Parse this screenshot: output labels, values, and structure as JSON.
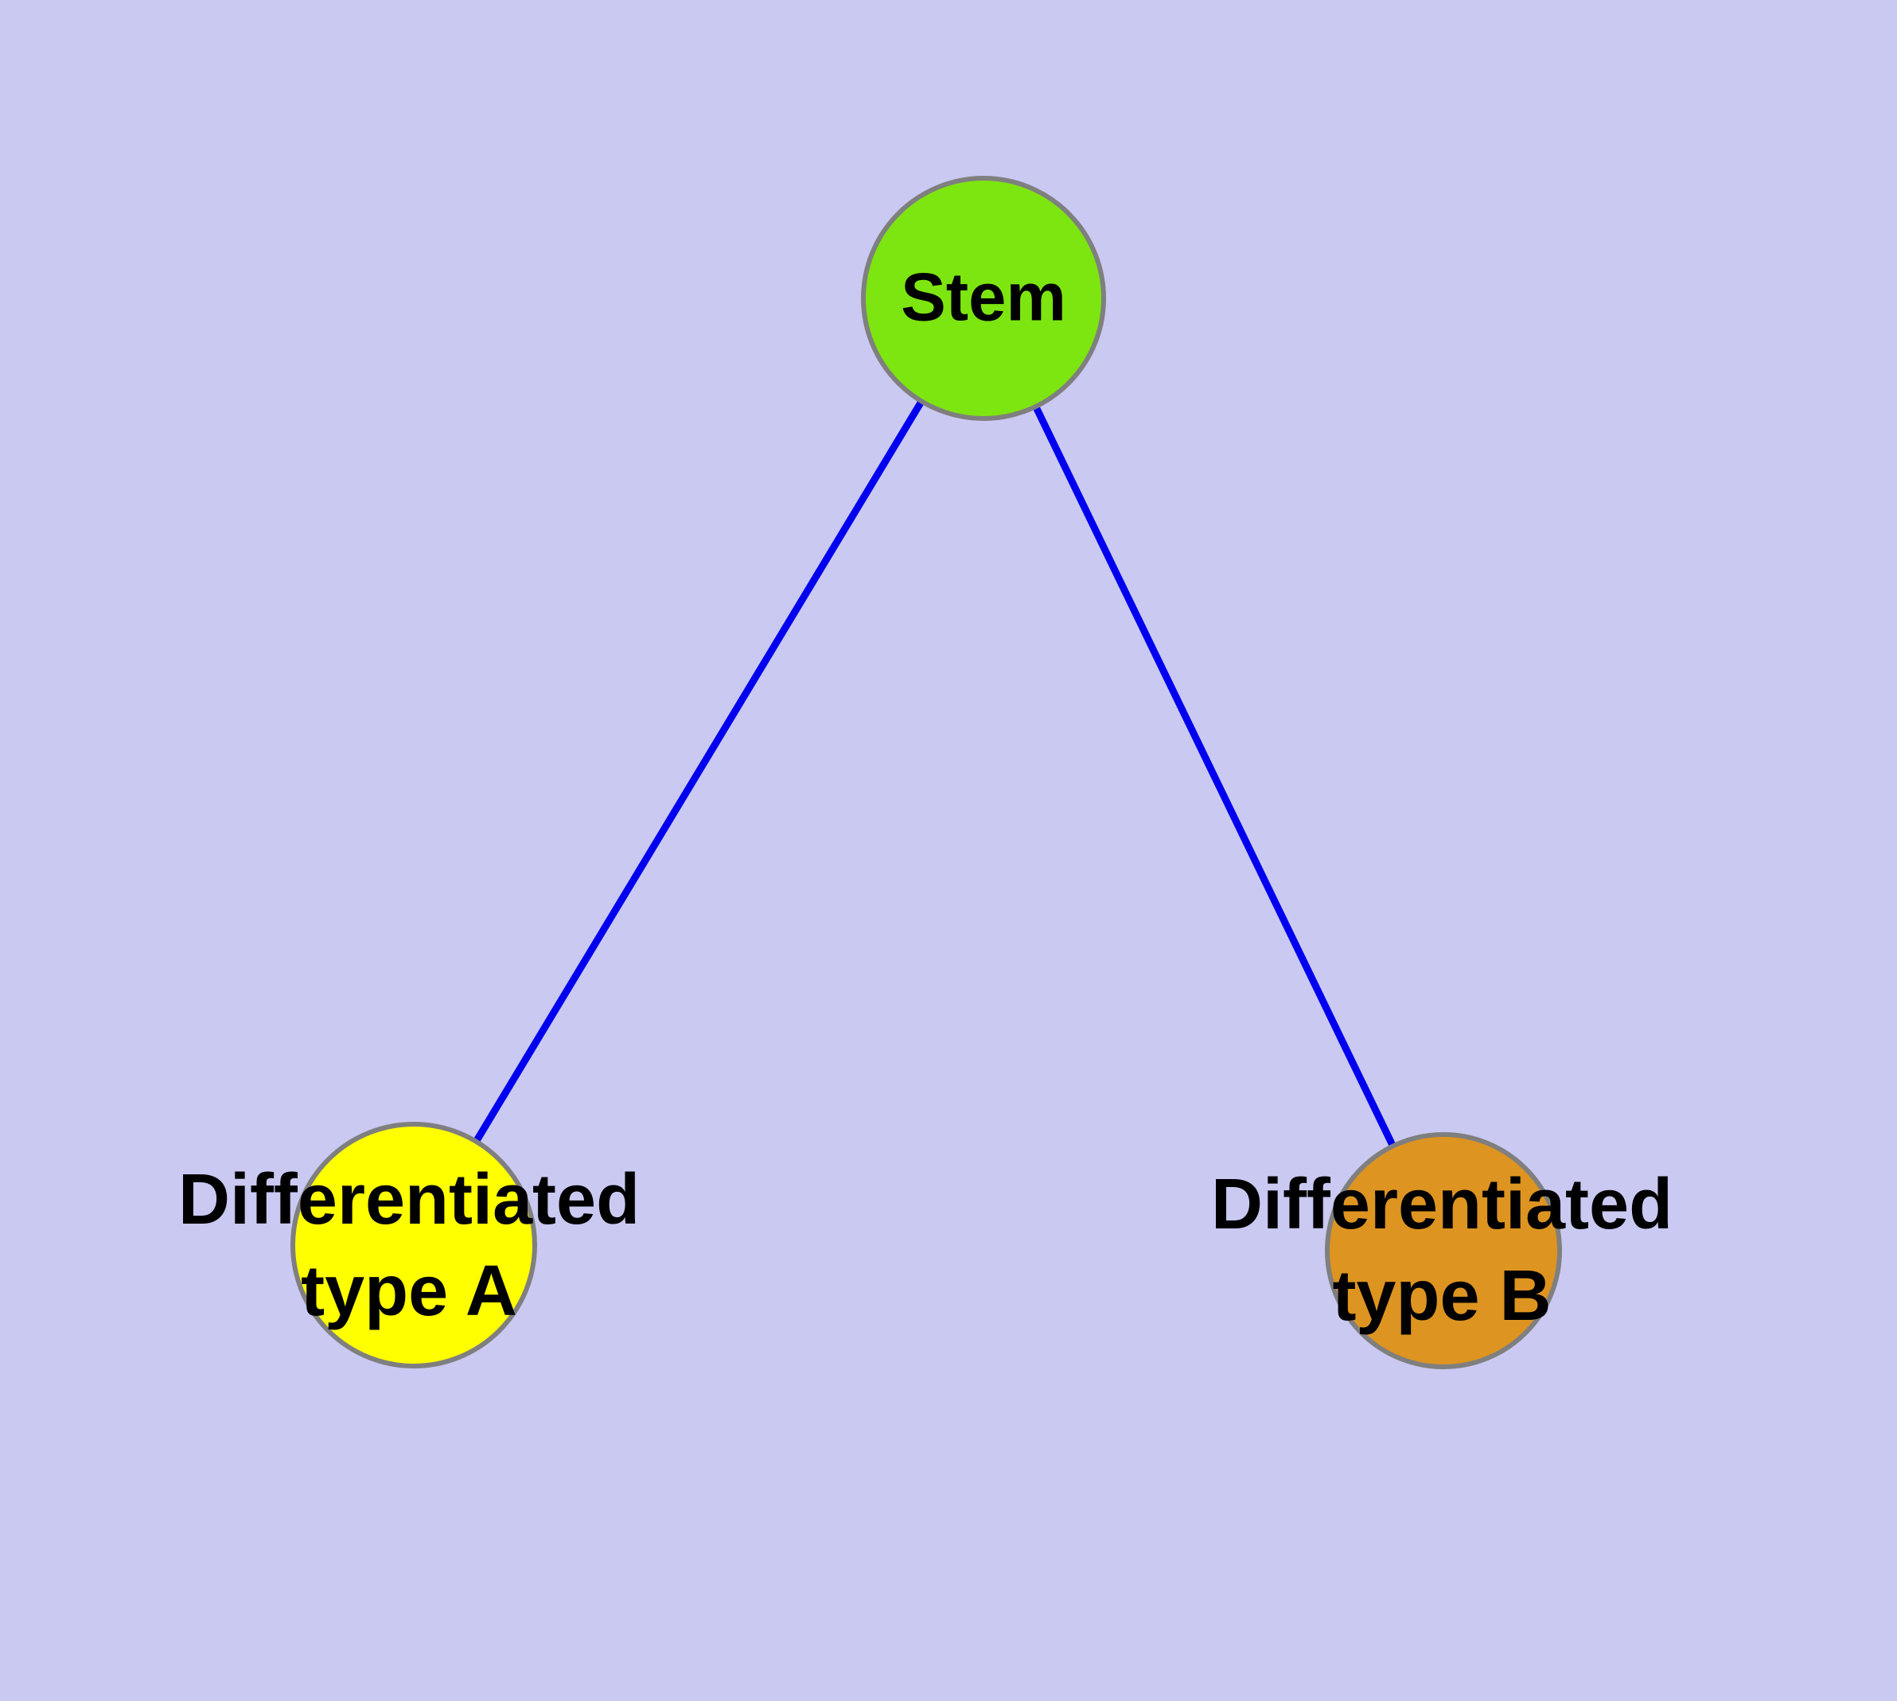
{
  "diagram": {
    "background_color": "#C9C9F2",
    "edge_color": "#0000EE",
    "node_border_color": "#7F7F7F",
    "text_color": "#000000",
    "nodes": {
      "stem": {
        "label": "Stem",
        "fill": "#7DE510"
      },
      "type_a": {
        "label_line1": "Differentiated",
        "label_line2": "type A",
        "fill": "#FFFF00"
      },
      "type_b": {
        "label_line1": "Differentiated",
        "label_line2": "type B",
        "fill": "#DE9420"
      }
    },
    "edges": [
      {
        "from": "Stem",
        "to": "Differentiated type A"
      },
      {
        "from": "Stem",
        "to": "Differentiated type B"
      }
    ]
  }
}
